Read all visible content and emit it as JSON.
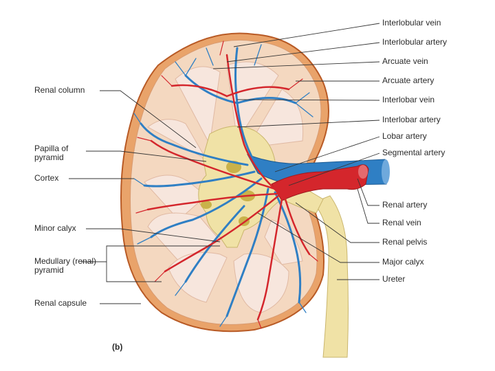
{
  "figure": {
    "panel_letter": "(b)",
    "colors": {
      "artery": "#d4262c",
      "vein": "#2f7fc4",
      "cortex": "#f4d8c0",
      "pyramid": "#f7e6dd",
      "pelvis": "#f0e2a6",
      "capsule": "#d8783a",
      "leader": "#333333"
    }
  },
  "labels_left": {
    "renal_column": "Renal column",
    "papilla": "Papilla of pyramid",
    "cortex": "Cortex",
    "minor_calyx": "Minor calyx",
    "medullary_pyramid": "Medullary (renal) pyramid",
    "renal_capsule": "Renal capsule"
  },
  "labels_right": {
    "interlobular_vein": "Interlobular vein",
    "interlobular_artery": "Interlobular artery",
    "arcuate_vein": "Arcuate vein",
    "arcuate_artery": "Arcuate artery",
    "interlobar_vein": "Interlobar vein",
    "interlobar_artery": "Interlobar artery",
    "lobar_artery": "Lobar artery",
    "segmental_artery": "Segmental artery",
    "renal_artery": "Renal artery",
    "renal_vein": "Renal vein",
    "renal_pelvis": "Renal pelvis",
    "major_calyx": "Major calyx",
    "ureter": "Ureter"
  }
}
